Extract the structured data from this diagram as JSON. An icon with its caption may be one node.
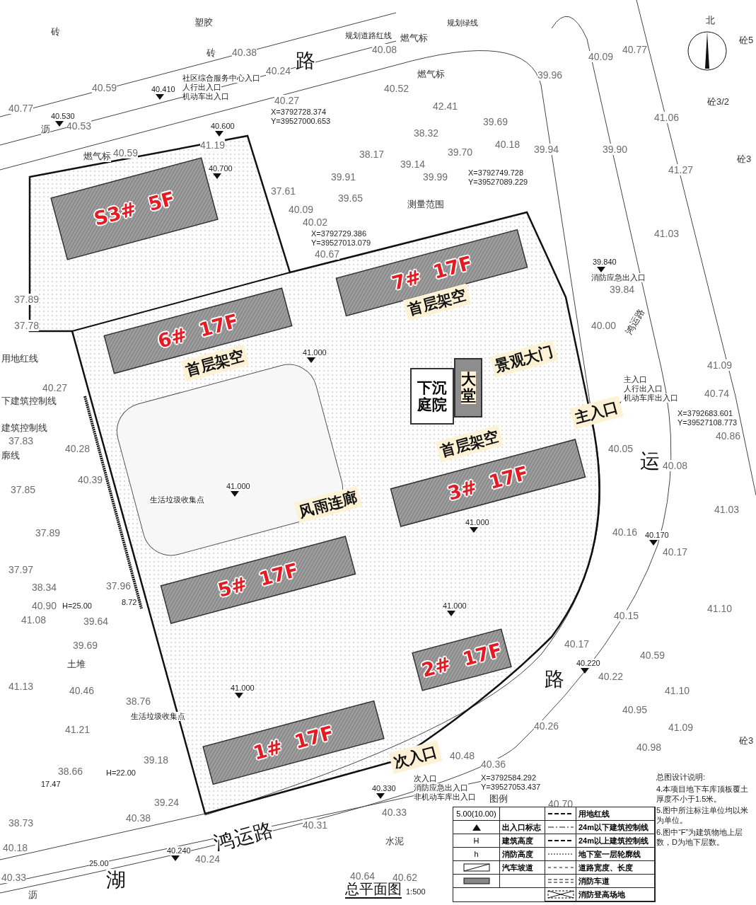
{
  "diagram": {
    "title": "总平面图",
    "nodes": [
      {
        "text": [
          "S3#  5F"
        ]
      },
      {
        "text": [
          "6#  17F"
        ]
      },
      {
        "text": [
          "首层架空"
        ]
      },
      {
        "text": [
          "7#  17F"
        ]
      },
      {
        "text": [
          "首层架空"
        ]
      },
      {
        "text": [
          "下沉庭院"
        ]
      },
      {
        "text": [
          "大堂"
        ]
      },
      {
        "text": [
          "景观大门"
        ]
      },
      {
        "text": [
          "主入口"
        ]
      },
      {
        "text": [
          "首层架空"
        ]
      },
      {
        "text": [
          "3#  17F"
        ]
      },
      {
        "text": [
          "风雨连廊"
        ]
      },
      {
        "text": [
          "5#  17F"
        ]
      },
      {
        "text": [
          "2#  17F"
        ]
      },
      {
        "text": [
          "1#  17F"
        ]
      },
      {
        "text": [
          "次入口"
        ]
      }
    ],
    "labels": [
      "塑胶",
      "砖",
      "规划道路红线",
      "规划绿线",
      "燃气标",
      "40.08",
      "砖",
      "40.38",
      "40.24",
      "燃气标",
      "40.59",
      "40.410",
      "社区综合服务中心入口",
      "人行出入口",
      "机动车出入口",
      "40.52",
      "40.77",
      "40.27",
      "X=3792728.374 Y=39527000.653",
      "40.530",
      "沥",
      "40.53",
      "40.600",
      "燃气标",
      "40.59",
      "41.19",
      "40.700",
      "42.41",
      "38.32",
      "39.69",
      "40.18",
      "39.94",
      "39.90",
      "38.17",
      "39.70",
      "39.14",
      "39.91",
      "39.99",
      "X=3792749.728 Y=39527089.229",
      "37.61",
      "39.65",
      "40.09",
      "测量范围",
      "40.02",
      "X=3792729.386 Y=39527013.079",
      "40.67",
      "39.96",
      "40.09",
      "40.77",
      "北",
      "砼5",
      "砼3/2",
      "41.06",
      "砼3",
      "41.27",
      "41.03",
      "39.840",
      "消防应急出入口",
      "39.84",
      "鸿运路",
      "40.00",
      "41.09",
      "主入口",
      "人行出入口",
      "机动车库出入口",
      "40.74",
      "X=3792683.601 Y=39527108.773",
      "40.86",
      "40.05",
      "运",
      "40.08",
      "41.03",
      "40.16",
      "40.170",
      "40.17",
      "40.15",
      "41.10",
      "40.17",
      "40.59",
      "40.220",
      "40.22",
      "路",
      "41.10",
      "40.95",
      "41.09",
      "砼3",
      "40.26",
      "40.48",
      "40.98",
      "40.36",
      "次入口",
      "40.330",
      "消防应急出入口",
      "X=3792584.292 Y=39527053.437",
      "非机动车库出入口",
      "40.33",
      "40.70",
      "37.89",
      "37.78",
      "用地红线",
      "40.27",
      "下建筑控制线",
      "建筑控制线",
      "37.83",
      "40.28",
      "廓线",
      "40.39",
      "37.85",
      "37.89",
      "37.97",
      "38.34",
      "37.96",
      "40.90",
      "H=25.00",
      "8.72",
      "41.08",
      "39.64",
      "39.69",
      "土堆",
      "41.13",
      "40.46",
      "38.76",
      "生活垃圾收集点",
      "41.21",
      "39.18",
      "38.66",
      "H=22.00",
      "17.47",
      "39.24",
      "38.73",
      "40.38",
      "40.31",
      "40.18",
      "鸿运路",
      "40.240",
      "40.24",
      "25.00",
      "湖",
      "40.33",
      "水泥",
      "沥",
      "40.64",
      "40.62",
      "41.000",
      "41.000",
      "生活垃圾收集点",
      "41.000",
      "41.000",
      "41.000",
      "图例",
      "5.00(10.00)",
      "H",
      "h",
      "总图设计说明:",
      "4.本项目地下车库顶板覆土厚度不小于1.5米。",
      "5.图中所注标注单位均以米为单位。",
      "6.图中“F”为建筑物地上层数，D为地下层数。",
      "1:500",
      "路"
    ],
    "legend": [
      {
        "text": "出入口标志"
      },
      {
        "text": "建筑高度"
      },
      {
        "text": "消防高度"
      },
      {
        "text": "汽车坡道"
      },
      {
        "text": "用地红线"
      },
      {
        "text": "24m以下建筑控制线"
      },
      {
        "text": "24m以上建筑控制线"
      },
      {
        "text": "地下室一层轮廓线"
      },
      {
        "text": "道路宽度、长度"
      },
      {
        "text": "消防车道"
      },
      {
        "text": "消防登高场地"
      }
    ]
  }
}
